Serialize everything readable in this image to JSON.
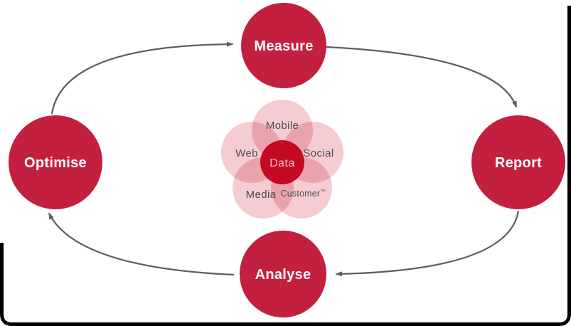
{
  "diagram": {
    "name": "data-driven-marketing-cycle",
    "cycle_nodes": [
      {
        "id": "measure",
        "label": "Measure",
        "position": "top"
      },
      {
        "id": "report",
        "label": "Report",
        "position": "right"
      },
      {
        "id": "analyse",
        "label": "Analyse",
        "position": "bottom"
      },
      {
        "id": "optimise",
        "label": "Optimise",
        "position": "left"
      }
    ],
    "edges": [
      {
        "from": "optimise",
        "to": "measure"
      },
      {
        "from": "measure",
        "to": "report"
      },
      {
        "from": "report",
        "to": "analyse"
      },
      {
        "from": "analyse",
        "to": "optimise"
      }
    ],
    "hub": {
      "label": "Data",
      "petals": [
        {
          "label": "Mobile"
        },
        {
          "label": "Web"
        },
        {
          "label": "Social"
        },
        {
          "label": "Media"
        },
        {
          "label": "Customer",
          "superscript": "™"
        }
      ]
    },
    "colors": {
      "node_red": "#c31f3f",
      "hub_red": "#d40e2e",
      "petal_pink": "#f5ccd1",
      "hub_text_pink": "#f2bcc3",
      "petal_text_gray": "#4d4d4f",
      "arrow_gray": "#5e5e5e",
      "frame_black": "#000000"
    }
  }
}
